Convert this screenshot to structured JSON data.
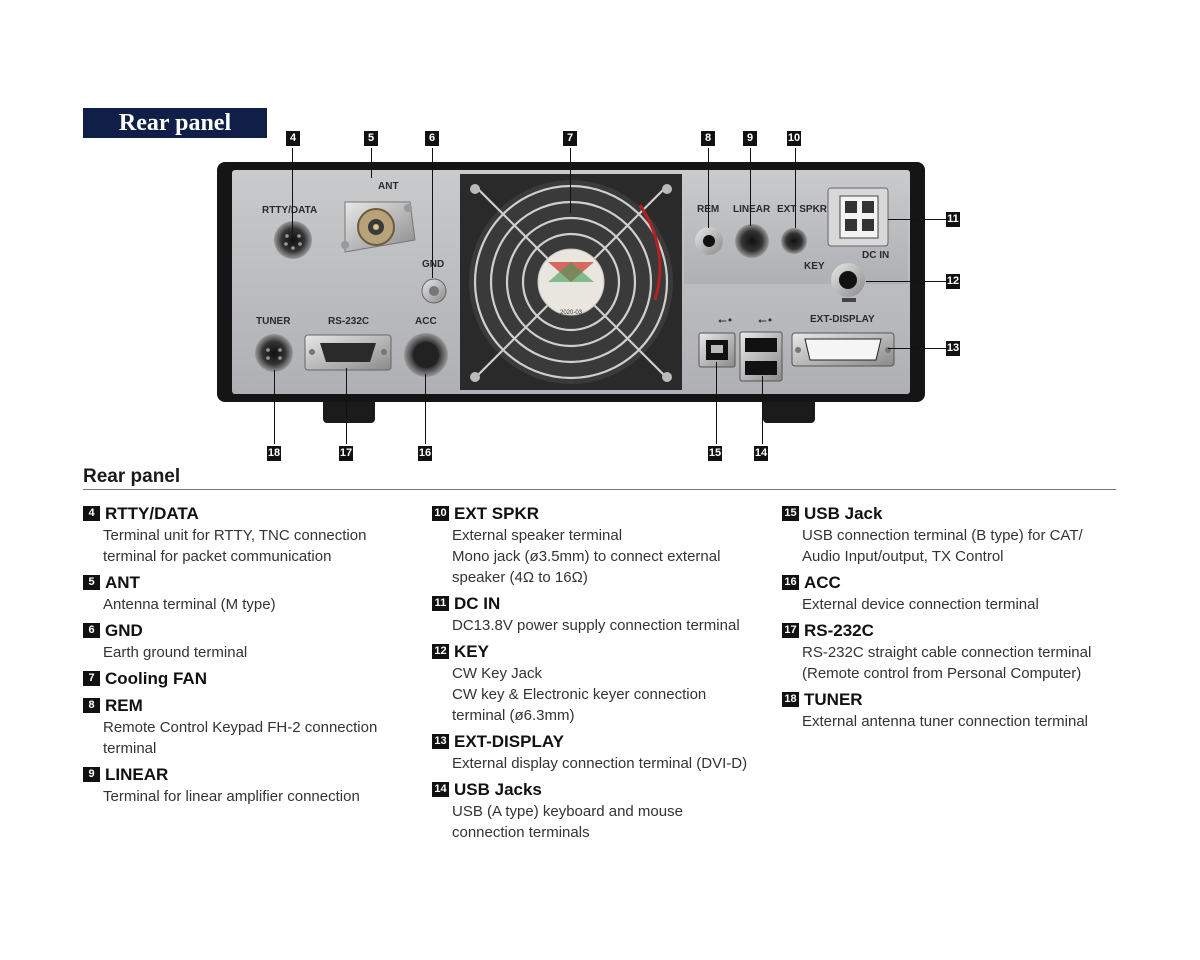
{
  "banner_title": "Rear panel",
  "section_title": "Rear panel",
  "panel_labels": {
    "rtty": "RTTY/DATA",
    "ant": "ANT",
    "gnd": "GND",
    "tuner": "TUNER",
    "rs232c": "RS-232C",
    "acc": "ACC",
    "rem": "REM",
    "linear": "LINEAR",
    "extspkr": "EXT SPKR",
    "dcin": "DC IN",
    "key": "KEY",
    "extdisplay": "EXT-DISPLAY",
    "fan_sticker": "2020-03"
  },
  "callouts": [
    "4",
    "5",
    "6",
    "7",
    "8",
    "9",
    "10",
    "11",
    "12",
    "13",
    "14",
    "15",
    "16",
    "17",
    "18"
  ],
  "columns": [
    [
      {
        "num": "4",
        "title": "RTTY/DATA",
        "lines": [
          "Terminal unit for RTTY, TNC connection",
          "terminal for packet communication"
        ]
      },
      {
        "num": "5",
        "title": "ANT",
        "lines": [
          "Antenna terminal (M type)"
        ]
      },
      {
        "num": "6",
        "title": "GND",
        "lines": [
          "Earth ground terminal"
        ]
      },
      {
        "num": "7",
        "title": "Cooling FAN",
        "lines": []
      },
      {
        "num": "8",
        "title": "REM",
        "lines": [
          "Remote Control Keypad FH-2 connection",
          "terminal"
        ]
      },
      {
        "num": "9",
        "title": "LINEAR",
        "lines": [
          "Terminal for linear amplifier connection"
        ]
      }
    ],
    [
      {
        "num": "10",
        "title": "EXT SPKR",
        "lines": [
          "External speaker terminal",
          "Mono jack (ø3.5mm) to connect external",
          "speaker (4Ω to 16Ω)"
        ]
      },
      {
        "num": "11",
        "title": "DC IN",
        "lines": [
          "DC13.8V power supply connection terminal"
        ]
      },
      {
        "num": "12",
        "title": "KEY",
        "lines": [
          "CW Key Jack",
          "CW key & Electronic keyer connection",
          "terminal (ø6.3mm)"
        ]
      },
      {
        "num": "13",
        "title": "EXT-DISPLAY",
        "lines": [
          "External display connection terminal (DVI-D)"
        ]
      },
      {
        "num": "14",
        "title": "USB Jacks",
        "lines": [
          "USB (A type) keyboard and mouse",
          "connection terminals"
        ]
      }
    ],
    [
      {
        "num": "15",
        "title": "USB Jack",
        "lines": [
          "USB connection terminal (B type) for CAT/",
          "Audio Input/output, TX Control"
        ]
      },
      {
        "num": "16",
        "title": "ACC",
        "lines": [
          "External device connection terminal"
        ]
      },
      {
        "num": "17",
        "title": "RS-232C",
        "lines": [
          "RS-232C straight cable connection terminal",
          "(Remote control from Personal Computer)"
        ]
      },
      {
        "num": "18",
        "title": "TUNER",
        "lines": [
          "External antenna tuner connection terminal"
        ]
      }
    ]
  ]
}
